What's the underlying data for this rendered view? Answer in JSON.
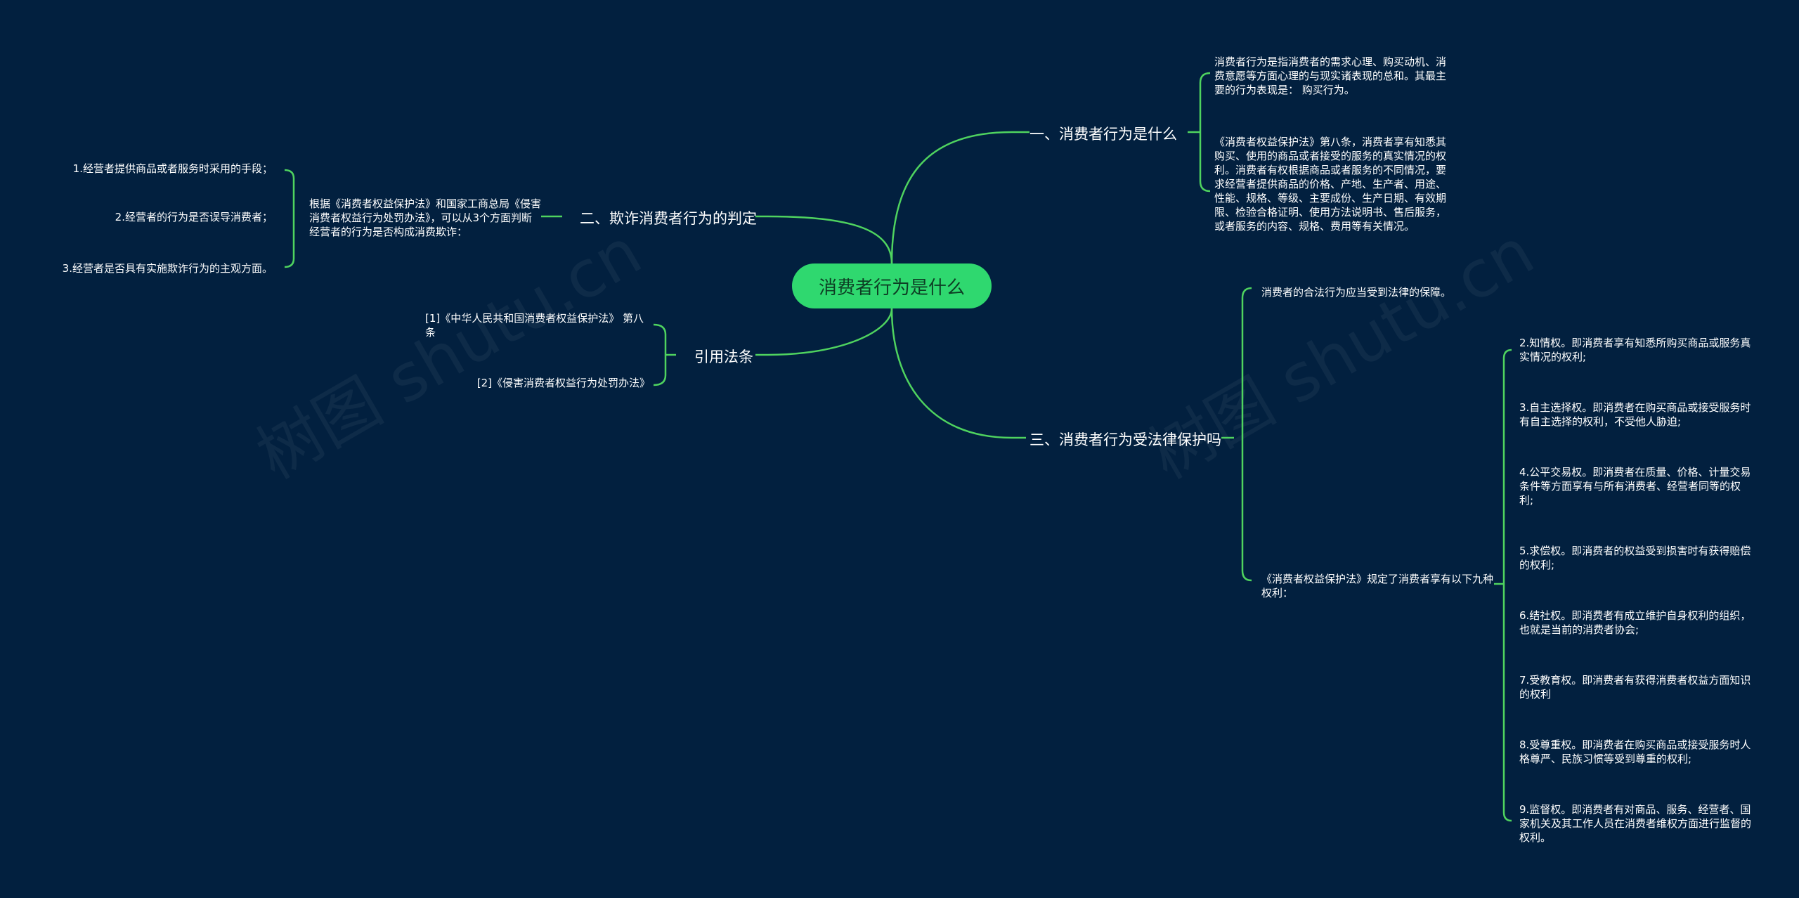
{
  "watermark": "树图 shutu.cn",
  "root": "消费者行为是什么",
  "branches": {
    "b1": {
      "label": "一、消费者行为是什么",
      "leaves": [
        "消费者行为是指消费者的需求心理、购买动机、消费意愿等方面心理的与现实诸表现的总和。其最主要的行为表现是： 购买行为。",
        "《消费者权益保护法》第八条，消费者享有知悉其购买、使用的商品或者接受的服务的真实情况的权利。消费者有权根据商品或者服务的不同情况，要求经营者提供商品的价格、产地、生产者、用途、性能、规格、等级、主要成份、生产日期、有效期限、检验合格证明、使用方法说明书、售后服务，或者服务的内容、规格、费用等有关情况。"
      ]
    },
    "b2": {
      "label": "二、欺诈消费者行为的判定",
      "mid": "根据《消费者权益保护法》和国家工商总局《侵害消费者权益行为处罚办法》，可以从3个方面判断经营者的行为是否构成消费欺诈：",
      "leaves": [
        "1.经营者提供商品或者服务时采用的手段；",
        "2.经营者的行为是否误导消费者；",
        "3.经营者是否具有实施欺诈行为的主观方面。"
      ]
    },
    "b3": {
      "label": "引用法条",
      "leaves": [
        "[1]《中华人民共和国消费者权益保护法》 第八条",
        "[2]《侵害消费者权益行为处罚办法》"
      ]
    },
    "b4": {
      "label": "三、消费者行为受法律保护吗",
      "leaf1": "消费者的合法行为应当受到法律的保障。",
      "mid": "《消费者权益保护法》规定了消费者享有以下九种权利：",
      "rights": [
        "2.知情权。即消费者享有知悉所购买商品或服务真实情况的权利;",
        "3.自主选择权。即消费者在购买商品或接受服务时有自主选择的权利，不受他人胁迫;",
        "4.公平交易权。即消费者在质量、价格、计量交易条件等方面享有与所有消费者、经营者同等的权利;",
        "5.求偿权。即消费者的权益受到损害时有获得赔偿的权利;",
        "6.结社权。即消费者有成立维护自身权利的组织，也就是当前的消费者协会;",
        "7.受教育权。即消费者有获得消费者权益方面知识的权利",
        "8.受尊重权。即消费者在购买商品或接受服务时人格尊严、民族习惯等受到尊重的权利;",
        "9.监督权。即消费者有对商品、服务、经营者、国家机关及其工作人员在消费者维权方面进行监督的权利。"
      ]
    }
  },
  "colors": {
    "background": "#02203f",
    "line": "#4fd35f",
    "root": "#2fd86f",
    "text": "#ffffff"
  }
}
